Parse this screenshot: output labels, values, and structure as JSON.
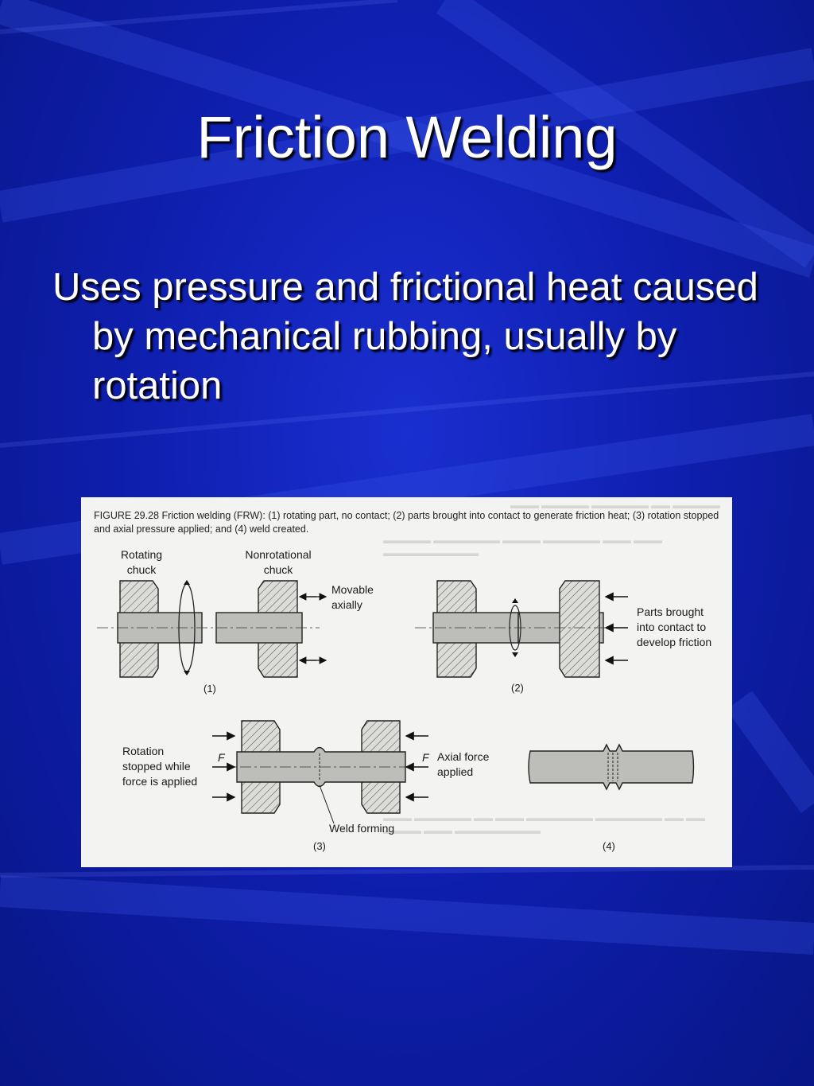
{
  "slide": {
    "title": "Friction Welding",
    "bullet": "Uses pressure and frictional heat caused by mechanical rubbing, usually by rotation"
  },
  "figure": {
    "caption": "FIGURE 29.28   Friction welding (FRW): (1) rotating part, no contact; (2) parts brought into contact to generate friction heat; (3) rotation stopped and axial pressure applied; and (4) weld created.",
    "labels": {
      "rotating_chuck": "Rotating\nchuck",
      "nonrotational_chuck": "Nonrotational\nchuck",
      "movable_axially": "Movable\naxially",
      "parts_brought": "Parts brought\ninto contact to\ndevelop friction",
      "rotation_stopped": "Rotation\nstopped while\nforce is applied",
      "force_left": "F",
      "force_right": "F",
      "axial_force": "Axial force\napplied",
      "weld_forming": "Weld forming"
    },
    "steps": [
      "(1)",
      "(2)",
      "(3)",
      "(4)"
    ]
  },
  "colors": {
    "background": "#0f1fb0",
    "text": "#ffffff",
    "figure_bg": "#f3f3f1"
  }
}
